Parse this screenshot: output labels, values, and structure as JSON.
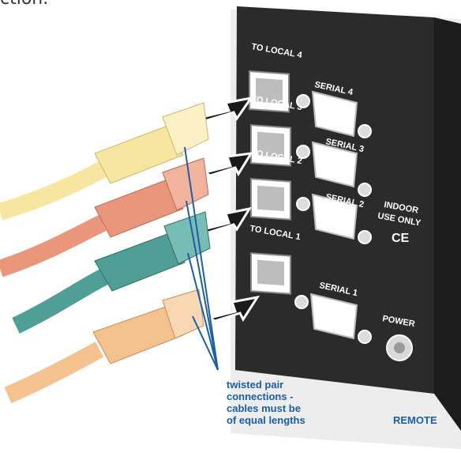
{
  "top_text_fragment": "ction.",
  "panel": {
    "ports": [
      {
        "label": "TO LOCAL 4"
      },
      {
        "label": "TO LOCAL 3"
      },
      {
        "label": "TO LOCAL 2"
      },
      {
        "label": "TO LOCAL 1"
      }
    ],
    "serial_ports": [
      {
        "label": "SERIAL 4"
      },
      {
        "label": "SERIAL 3"
      },
      {
        "label": "SERIAL 2"
      },
      {
        "label": "SERIAL 1"
      }
    ],
    "indoor_label_line1": "INDOOR",
    "indoor_label_line2": "USE ONLY",
    "ce_mark": "CE",
    "power_label": "POWER"
  },
  "callout": {
    "lines": [
      "twisted pair",
      "connections -",
      "cables must be",
      "of equal lengths"
    ]
  },
  "unit_label": "REMOTE",
  "colors": {
    "callout_text": "#1b5ea8",
    "panel": "#2b2b2b",
    "cable_yellow": "#f6e6a0",
    "cable_red": "#e9967a",
    "cable_teal": "#4f9f97",
    "cable_peach": "#f3c28f"
  }
}
